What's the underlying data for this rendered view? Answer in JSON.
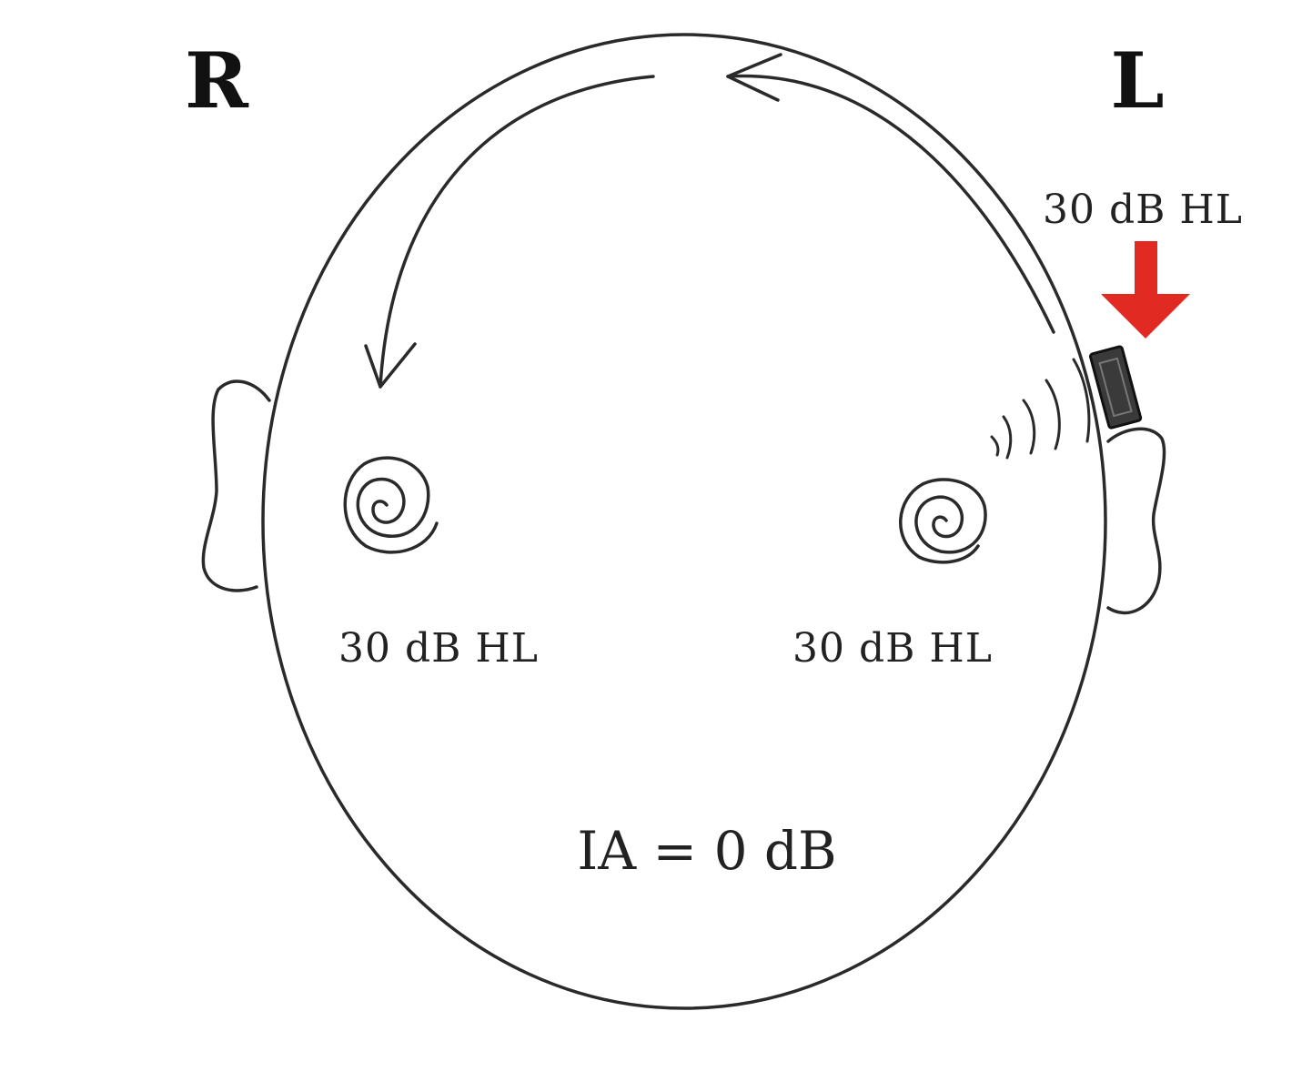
{
  "labels": {
    "right_side": "R",
    "left_side": "L",
    "stimulus_level": "30 dB HL",
    "right_cochlea_level": "30 dB HL",
    "left_cochlea_level": "30 dB HL",
    "interaural_attenuation": "IA = 0 dB"
  },
  "colors": {
    "outline": "#2a2a2a",
    "stimulus_arrow": "#e02a22",
    "text": "#222222"
  },
  "icons": {
    "transducer": "bone-vibrator-icon",
    "stimulus_arrow": "arrow-down-icon",
    "cochlea": "cochlea-spiral-icon"
  }
}
